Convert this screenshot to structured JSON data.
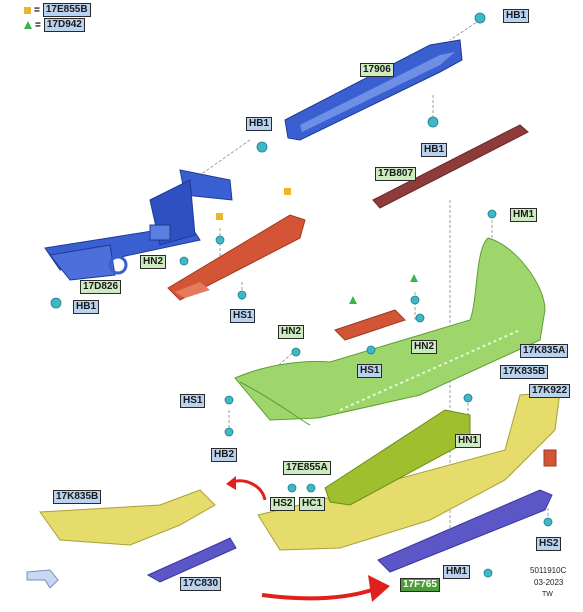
{
  "legend": [
    {
      "symbol": "square",
      "color": "#e8b82a",
      "eq": "=",
      "code": "17E855B"
    },
    {
      "symbol": "triangle",
      "color": "#3cb44b",
      "eq": "=",
      "code": "17D942"
    }
  ],
  "labels": {
    "hb1_top": "HB1",
    "l17906": "17906",
    "hb1_mid": "HB1",
    "hb1_left": "HB1",
    "l17b807": "17B807",
    "hm1_right": "HM1",
    "hn2_left": "HN2",
    "l17d826": "17D826",
    "hb1_low": "HB1",
    "hs1_a": "HS1",
    "hn2_mid": "HN2",
    "hn2_right": "HN2",
    "l17k835a": "17K835A",
    "hs1_b": "HS1",
    "l17k835b_r": "17K835B",
    "l17k922": "17K922",
    "hs1_c": "HS1",
    "hn1": "HN1",
    "hb2": "HB2",
    "l17e855a": "17E855A",
    "hs2_a": "HS2",
    "hc1": "HC1",
    "l17k835b_l": "17K835B",
    "hs2_b": "HS2",
    "l17c830": "17C830",
    "hm1_bottom": "HM1",
    "l17f765": "17F765"
  },
  "meta": {
    "doc": "5011910C",
    "date": "03-2023",
    "code": "TW"
  },
  "colors": {
    "blue": "#3a5fd0",
    "green": "#9fd66b",
    "yellow": "#e6dc6c",
    "red": "#d35535",
    "dark_red": "#8e3b3b",
    "lime": "#9fbf2e",
    "purple": "#5b57c7",
    "fastener": "#3fb7c7",
    "arrow": "#e0201c"
  }
}
